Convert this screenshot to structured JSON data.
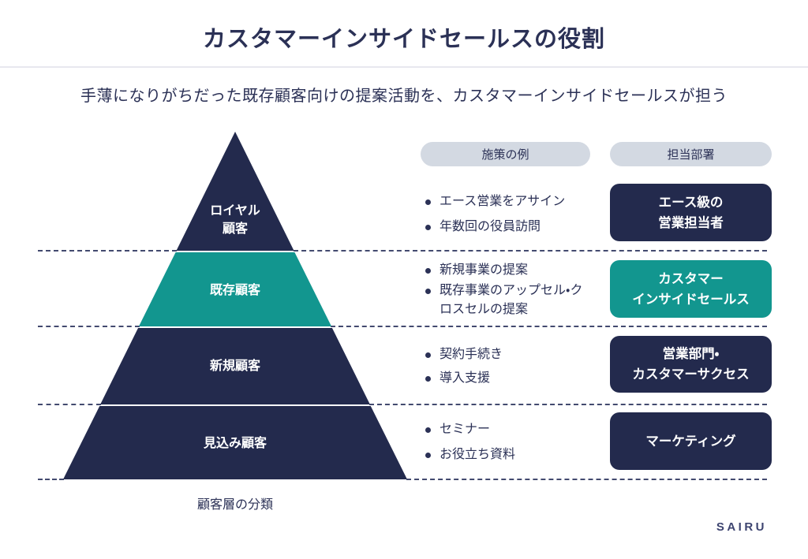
{
  "title": "カスタマーインサイドセールスの役割",
  "subtitle": "手薄になりがちだった既存顧客向けの提案活動を、カスタマーインサイドセールスが担う",
  "pyramid": {
    "caption": "顧客層の分類",
    "layers": [
      {
        "label": "ロイヤル\n顧客"
      },
      {
        "label": "既存顧客"
      },
      {
        "label": "新規顧客"
      },
      {
        "label": "見込み顧客"
      }
    ]
  },
  "columns": {
    "measures_header": "施策の例",
    "department_header": "担当部署"
  },
  "rows": [
    {
      "measures": [
        "エース営業をアサイン",
        "年数回の役員訪問"
      ],
      "department": "エース級の\n営業担当者"
    },
    {
      "measures": [
        "新規事業の提案",
        "既存事業のアップセル・クロスセルの提案"
      ],
      "department": "カスタマー\nインサイドセールス"
    },
    {
      "measures": [
        "契約手続き",
        "導入支援"
      ],
      "department": "営業部門・\nカスタマーサクセス"
    },
    {
      "measures": [
        "セミナー",
        "お役立ち資料"
      ],
      "department": "マーケティング"
    }
  ],
  "footer": {
    "logo": "SAIRU"
  },
  "colors": {
    "navy": "#232A4D",
    "teal": "#12968F",
    "text_navy": "#2B3156",
    "pill_bg": "#D3D9E2",
    "divider": "#E8E8EF",
    "dash": "#2F3760",
    "logo_navy": "#3D4470"
  }
}
